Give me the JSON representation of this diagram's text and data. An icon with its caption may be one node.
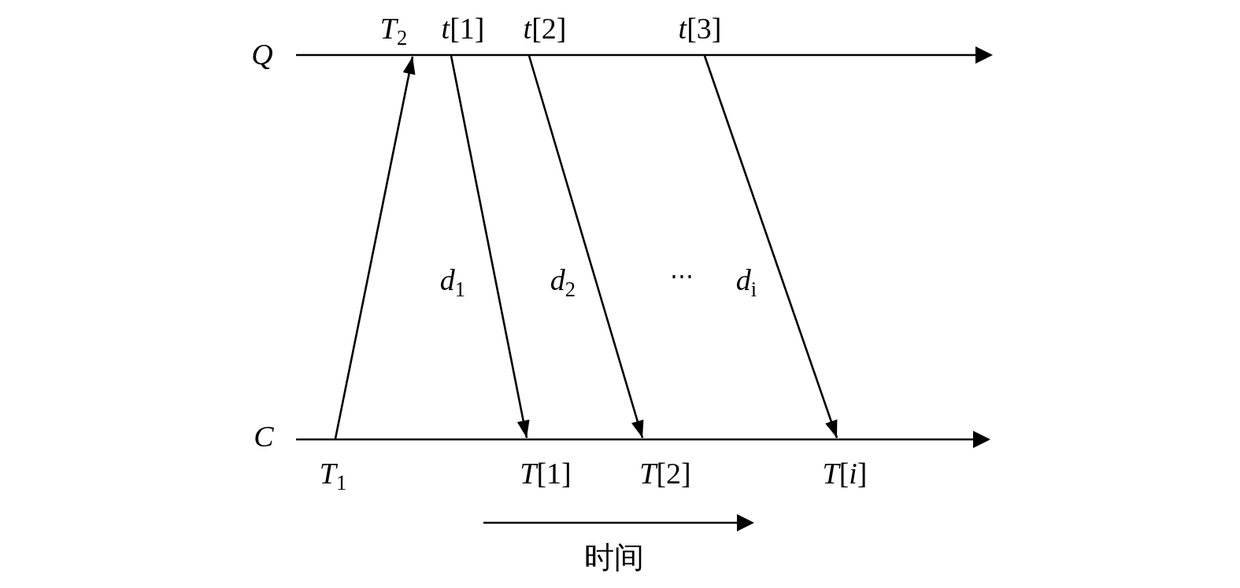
{
  "diagram": {
    "nodes": [
      {
        "text": [
          "*T*$_{2}$"
        ]
      },
      {
        "text": [
          "*t*[1]"
        ]
      },
      {
        "text": [
          "*t*[2]"
        ]
      },
      {
        "text": [
          "*t*[3]"
        ]
      },
      {
        "text": [
          "*T*$_{1}$"
        ]
      },
      {
        "text": [
          "*T*[1]"
        ]
      },
      {
        "text": [
          "*T*[2]"
        ]
      },
      {
        "text": [
          "*T*[*i*]"
        ]
      }
    ],
    "edges": [
      {
        "from": 4,
        "to": 0,
        "arrow": "to"
      },
      {
        "from": 1,
        "to": 5,
        "arrow": "to",
        "label": "*d*$_{1}$"
      },
      {
        "from": 2,
        "to": 6,
        "arrow": "to",
        "label": "*d*$_{2}$"
      },
      {
        "from": 3,
        "to": 7,
        "arrow": "to",
        "label": "*d*$_{i}$"
      }
    ],
    "labels": [
      "Q",
      "⋯",
      "C",
      "时间"
    ]
  }
}
